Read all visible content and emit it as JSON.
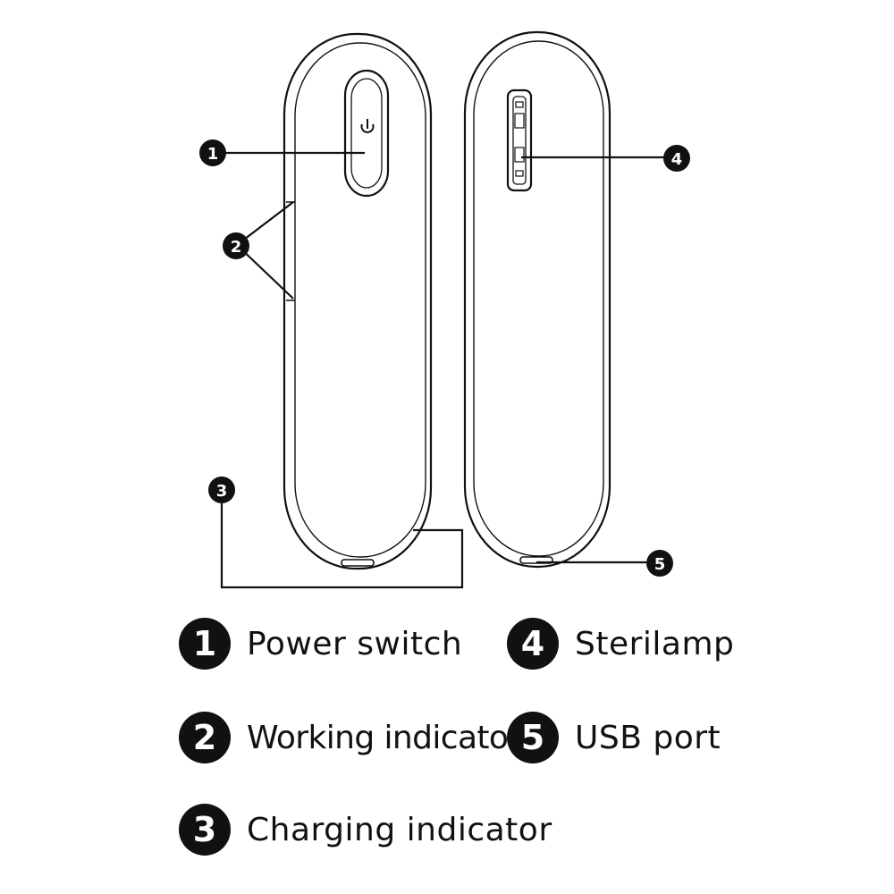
{
  "callouts": [
    {
      "number": "1",
      "label": "Power switch"
    },
    {
      "number": "2",
      "label": "Working indicator"
    },
    {
      "number": "3",
      "label": "Charging indicator"
    },
    {
      "number": "4",
      "label": "Sterilamp"
    },
    {
      "number": "5",
      "label": "USB port"
    }
  ],
  "colors": {
    "ink": "#111111",
    "background": "#ffffff"
  },
  "icons": {
    "power": "power-icon"
  }
}
